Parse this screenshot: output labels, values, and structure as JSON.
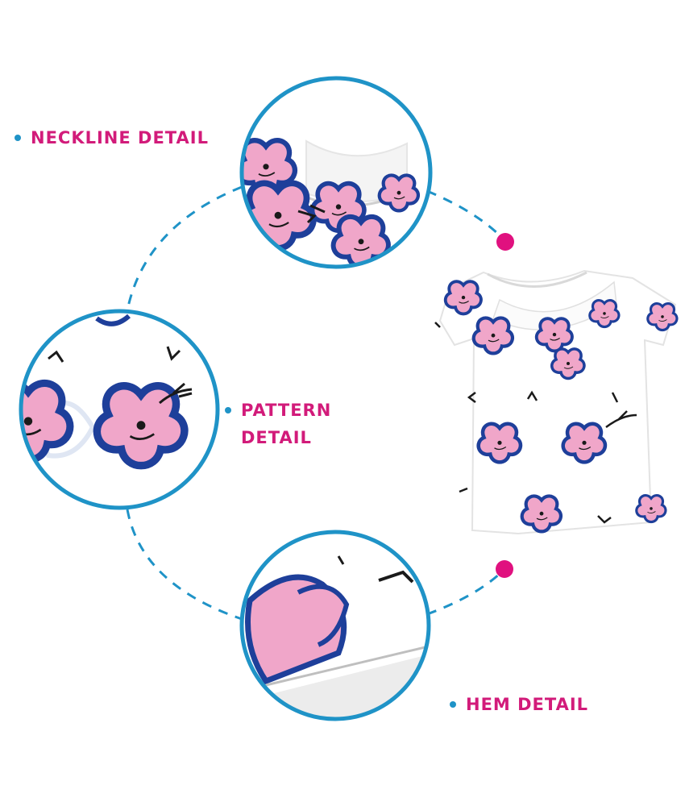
{
  "labels": {
    "neckline": "NECKLINE DETAIL",
    "pattern_line1": "PATTERN",
    "pattern_line2": "DETAIL",
    "hem": "HEM DETAIL"
  },
  "colors": {
    "accent_pink": "#d21b7a",
    "ring_blue": "#1f93c7",
    "flower_pink": "#f0a6c9",
    "flower_outline": "#1e3f9a"
  },
  "icons": [
    "tshirt-product-image",
    "flower-print-icon"
  ]
}
